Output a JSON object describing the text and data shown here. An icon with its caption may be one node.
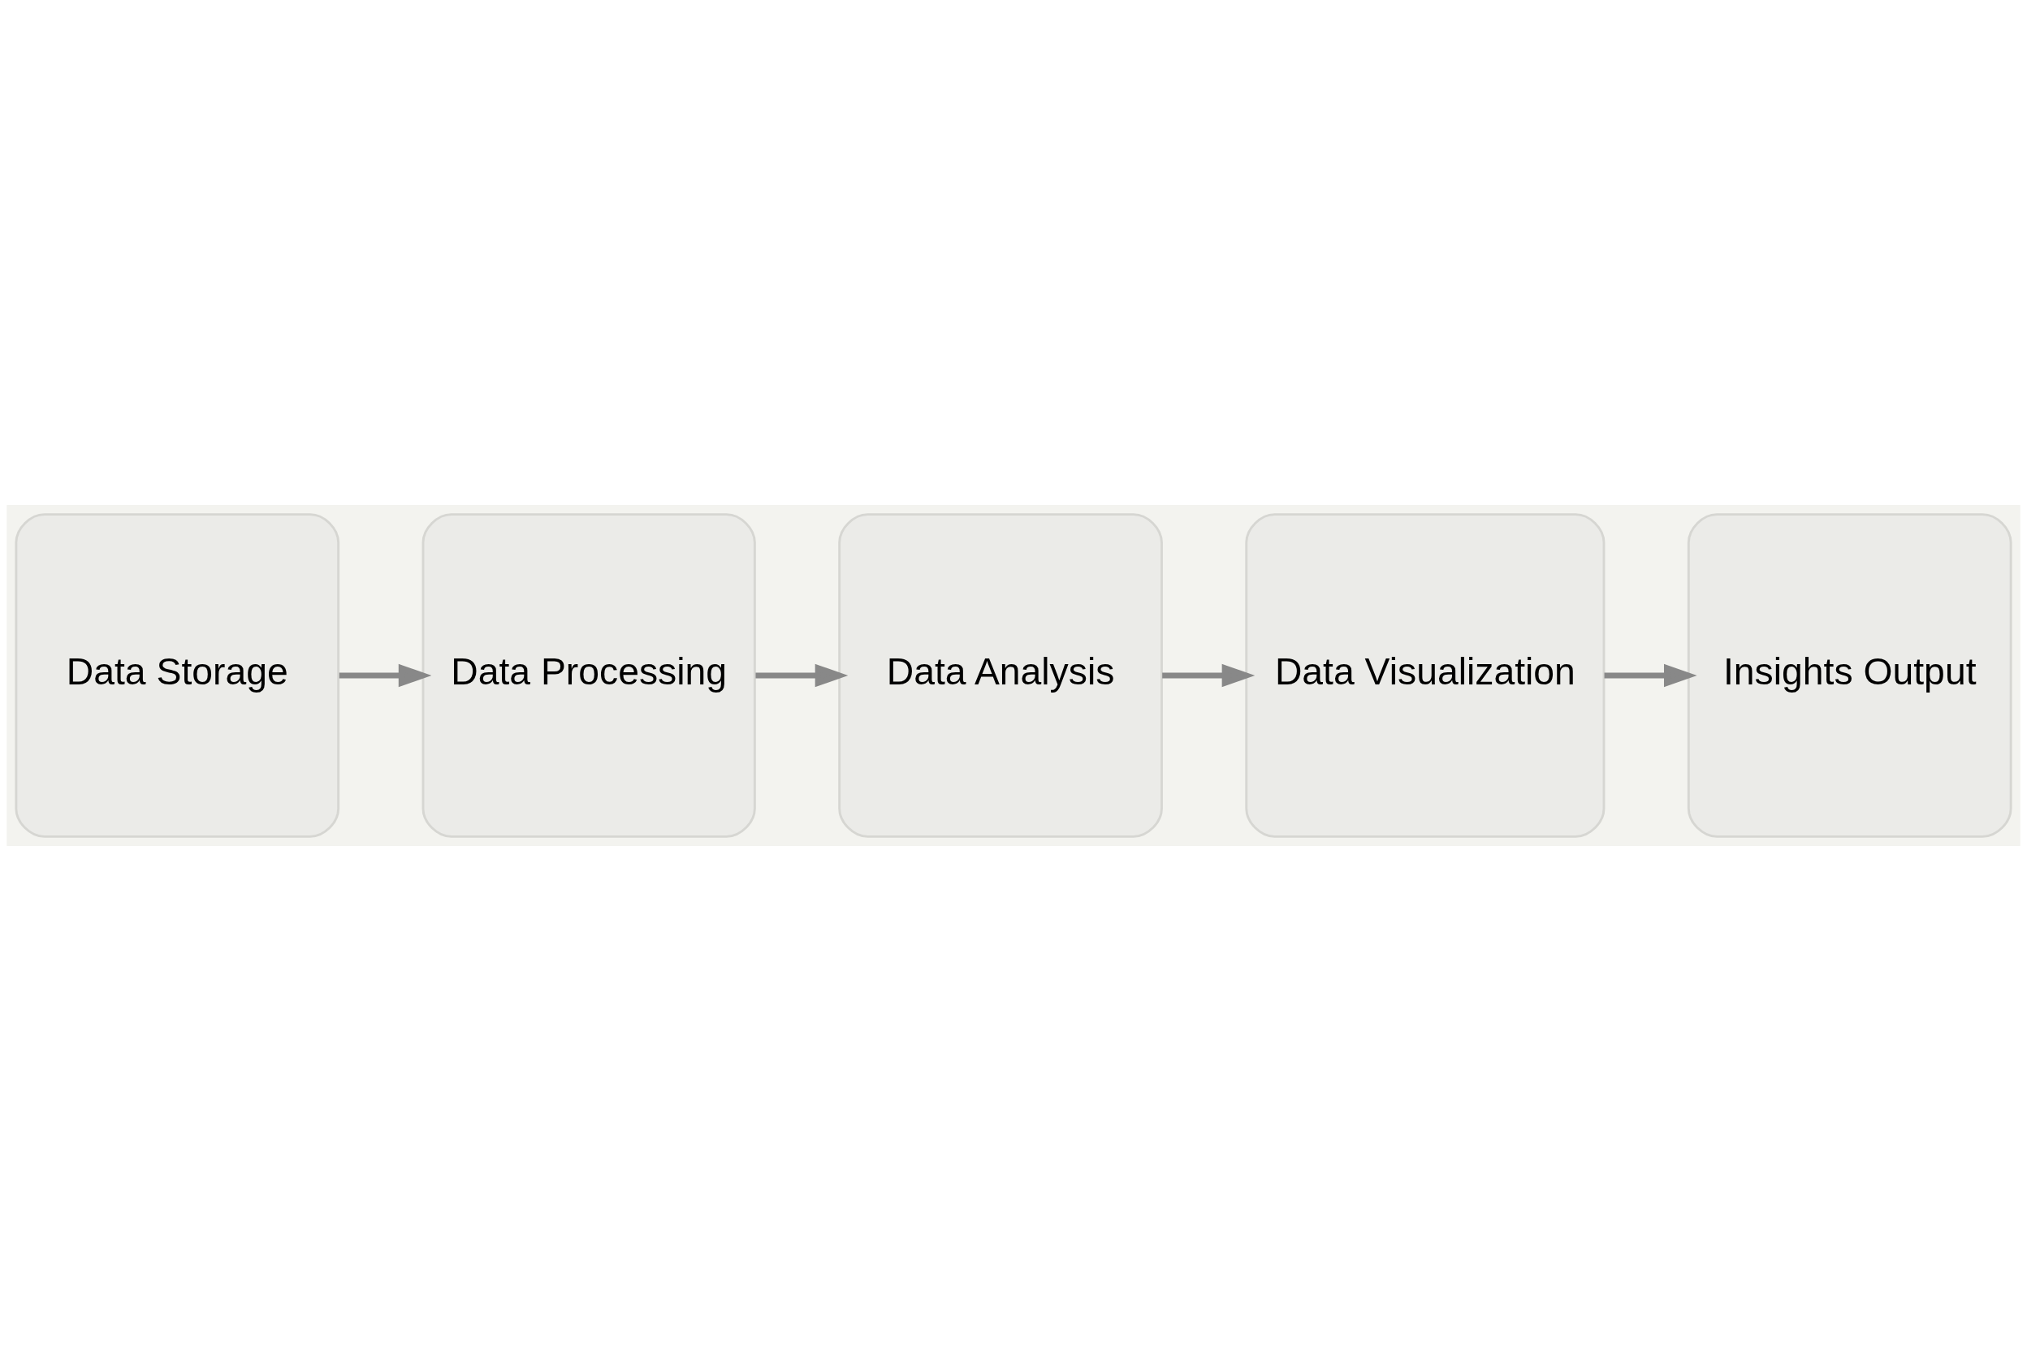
{
  "diagram": {
    "nodes": [
      {
        "text": [
          "Data Storage"
        ]
      },
      {
        "text": [
          "Data Processing"
        ]
      },
      {
        "text": [
          "Data Analysis"
        ]
      },
      {
        "text": [
          "Data Visualization"
        ]
      },
      {
        "text": [
          "Insights Output"
        ]
      }
    ],
    "edges": [
      {
        "from": 0,
        "to": 1,
        "arrow": "to"
      },
      {
        "from": 1,
        "to": 2,
        "arrow": "to"
      },
      {
        "from": 2,
        "to": 3,
        "arrow": "to"
      },
      {
        "from": 3,
        "to": 4,
        "arrow": "to"
      }
    ]
  }
}
